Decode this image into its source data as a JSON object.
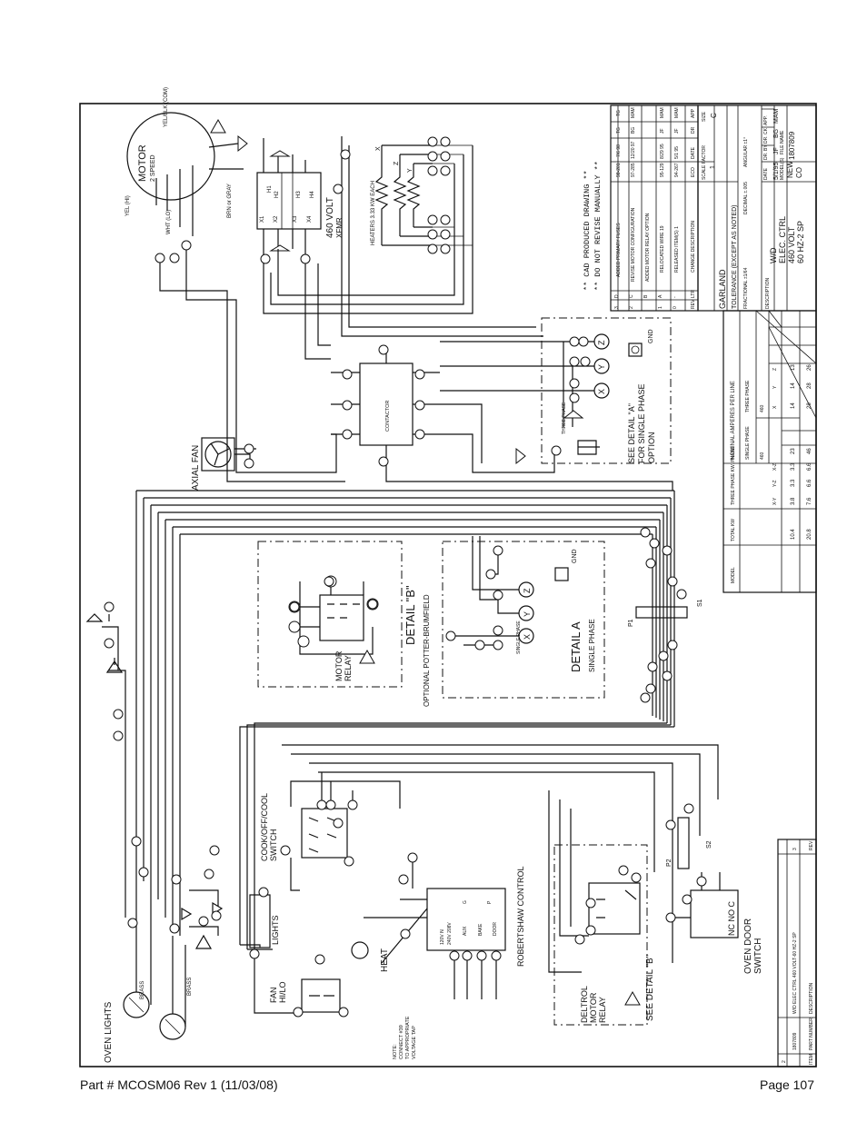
{
  "footer": {
    "part_number": "Part # MCOSM06 Rev 1 (11/03/08)",
    "page": "Page 107"
  },
  "schematic": {
    "motor": {
      "title": "MOTOR",
      "subtitle": "2 SPEED"
    },
    "motor_wires": [
      "YEL (HI)",
      "YEL/BLK (COM)",
      "WHT (LO)",
      "BRN or GRAY"
    ],
    "transformer": {
      "title": "460 VOLT",
      "subtitle": "XFMR",
      "terms_h": [
        "H1",
        "H2",
        "H3",
        "H4"
      ],
      "terms_x": [
        "X1",
        "X2",
        "X3",
        "X4"
      ]
    },
    "heaters": "HEATERS 3.33 KW EACH",
    "cad_note": [
      "** CAD PRODUCED DRAWING **",
      "** DO NOT REVISE MANUALLY **"
    ],
    "contactor": "CONTACTOR",
    "axial_fan": "AXIAL FAN",
    "detail_a_option": [
      "SEE DETAIL \"A\"",
      "FOR SINGLE PHASE",
      "OPTION"
    ],
    "three_phase": "THREE PHASE",
    "single_phase": "SINGLE PHASE",
    "gnd": "GND",
    "phases": [
      "X",
      "Y",
      "Z"
    ],
    "detail_b": {
      "title": "DETAIL \"B\"",
      "subtitle": "OPTIONAL POTTER-BRUMFIELD",
      "relay": [
        "MOTOR",
        "RELAY"
      ]
    },
    "detail_a": {
      "title": "DETAIL A",
      "subtitle": "SINGLE PHASE"
    },
    "connectors": [
      "P1",
      "S1",
      "P2",
      "S2"
    ],
    "cook_switch": [
      "COOK/OFF/COOL",
      "SWITCH"
    ],
    "lights": "LIGHTS",
    "oven_lights": "OVEN LIGHTS",
    "brass": "BRASS",
    "fan_switch": [
      "FAN",
      "HI/LO"
    ],
    "heat": "HEAT",
    "robertshaw": "ROBERTSHAW CONTROL",
    "robertshaw_terms": [
      "120V N",
      "240V 208V",
      "AUX",
      "BAKE",
      "DOOR",
      "G",
      "P"
    ],
    "deltrol": [
      "DELTROL",
      "MOTOR",
      "RELAY"
    ],
    "see_detail_b": "SEE DETAIL \"B\"",
    "oven_door_switch": [
      "OVEN DOOR",
      "SWITCH"
    ],
    "door_switch_terms": "NC NO C",
    "note": [
      "NOTE:",
      "CONNECT #39",
      "TO APPROPRIATE",
      "VOLTAGE TAP"
    ]
  },
  "revision_table": {
    "rows": [
      {
        "rev": "3",
        "eco": "D",
        "description": "ADDED PRIMARY FUSES",
        "num": "98-201",
        "date": "7/6 98",
        "by": "TG",
        "app": "TG"
      },
      {
        "rev": "2",
        "eco": "C",
        "description": "REVISE MOTOR CONFIGURATION",
        "num": "97-285",
        "date": "12/20 97",
        "by": "BG",
        "app": "MAM"
      },
      {
        "rev": "",
        "eco": "B",
        "description": "ADDED MOTOR RELAY OPTION",
        "num": "",
        "date": "",
        "by": "",
        "app": ""
      },
      {
        "rev": "1",
        "eco": "A",
        "description": "RELOCATED WIRE 19",
        "num": "95-129",
        "date": "8/29 95",
        "by": "JF",
        "app": "MAM"
      },
      {
        "rev": "0",
        "eco": "-",
        "description": "RELEASED ITEM(S) 1",
        "num": "94-267",
        "date": "5/1 95",
        "by": "JF",
        "app": "MAM"
      }
    ],
    "header": [
      "REV",
      "LTR",
      "CHANGE DESCRIPTION",
      "ECO",
      "DATE",
      "DR",
      "APP"
    ]
  },
  "title_block": {
    "company": "GARLAND",
    "tolerance": "TOLERANCE (EXCEPT AS NOTED)",
    "fractional": "FRACTIONAL ±1/64",
    "decimal": "DECIMAL ±.005",
    "angular": "ANGULAR ±1°",
    "scale_factor_label": "SCALE FACTOR",
    "scale_factor": "1",
    "size_label": "SIZE",
    "size": "C",
    "description_label": "DESCRIPTION",
    "description": [
      "W/D",
      "ELEC. CTRL",
      "460 VOLT",
      "60 HZ-2 SP"
    ],
    "date_label": "DATE",
    "date": "5/1/95",
    "dr_label": "DR. BY",
    "dr": "JF",
    "ck_label": "DR. CK",
    "ck": "BG",
    "app_label": "APP.",
    "app": "MAM",
    "model_label": "MODEL(S)",
    "model": [
      "NEW",
      "CO"
    ],
    "file_label": "FILE NAME",
    "file": "1807809"
  },
  "amps_table": {
    "title": "NOMINAL AMPERES PER LINE",
    "col_headers": [
      "MODEL",
      "TOTAL KW",
      "THREE PHASE KW. PHASE",
      "SINGLE PHASE",
      "THREE PHASE"
    ],
    "voltage": "460",
    "sub_headers": [
      "X-Y",
      "Y-Z",
      "X-Z",
      "X",
      "Y",
      "Z"
    ],
    "rows": [
      {
        "kw": "10.4",
        "xy": "3.8",
        "yz": "3.3",
        "xz": "3.3",
        "single": "23",
        "x": "14",
        "y": "14",
        "z": "13"
      },
      {
        "kw": "20.8",
        "xy": "7.6",
        "yz": "6.6",
        "xz": "6.6",
        "single": "46",
        "x": "28",
        "y": "28",
        "z": "26"
      }
    ]
  },
  "parts_list": {
    "rows": [
      {
        "item": "2",
        "part": "1807809",
        "description": "W/D ELEC CTRL 460 VOLT-60 HZ-2 SP",
        "rev": "3"
      }
    ],
    "header": [
      "ITEM",
      "PART NUMBER",
      "DESCRIPTION",
      "REV"
    ]
  }
}
